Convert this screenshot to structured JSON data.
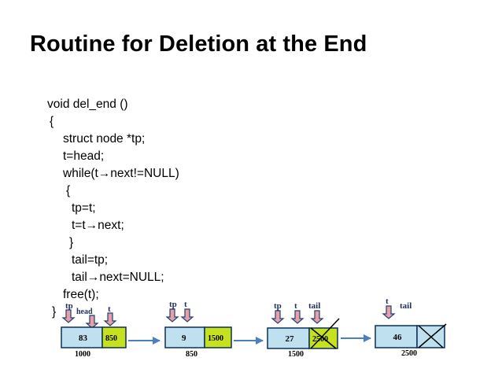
{
  "slide": {
    "title": "Routine for Deletion at the End"
  },
  "code": {
    "lines": [
      "void del_end ()",
      "{",
      "struct node *tp;",
      "t=head;",
      "while(t→next!=NULL)",
      "{",
      "tp=t;",
      "t=t→next;",
      "}",
      "tail=tp;",
      "tail→next=NULL;",
      "free(t);",
      "}"
    ]
  },
  "diagram": {
    "colors": {
      "data_fill": "#bfe0ef",
      "next_fill": "#c6e21f",
      "border": "#0a2f5a",
      "pointer_arrow_fill": "#e8a0a8",
      "pointer_arrow_stroke": "#1f3f73",
      "link_arrow": "#4a7fc0",
      "label_color": "#1f2f5f"
    },
    "nodes": [
      {
        "data": "83",
        "next": "850",
        "address": "1000",
        "next_fill": "#c6e21f",
        "crossed": false
      },
      {
        "data": "9",
        "next": "1500",
        "address": "850",
        "next_fill": "#c6e21f",
        "crossed": false
      },
      {
        "data": "27",
        "next": "2500",
        "address": "1500",
        "next_fill": "#c6e21f",
        "crossed": true
      },
      {
        "data": "46",
        "next": "",
        "address": "2500",
        "next_fill": "#bfe0ef",
        "crossed": true
      }
    ],
    "pointer_labels": {
      "tp": "tp",
      "head": "head",
      "t": "t",
      "tail": "tail"
    }
  }
}
